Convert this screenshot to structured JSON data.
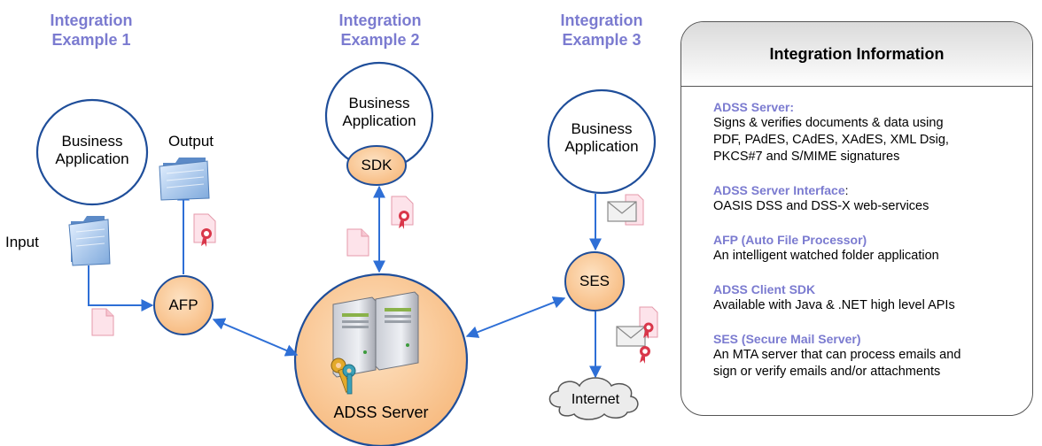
{
  "headings": {
    "example1": "Integration\nExample 1",
    "example2": "Integration\nExample 2",
    "example3": "Integration\nExample 3"
  },
  "nodes": {
    "business_app_1": "Business\nApplication",
    "business_app_2": "Business\nApplication",
    "business_app_3": "Business\nApplication",
    "sdk": "SDK",
    "afp": "AFP",
    "ses": "SES",
    "adss_server": "ADSS Server",
    "internet": "Internet"
  },
  "labels": {
    "input": "Input",
    "output": "Output"
  },
  "info_panel": {
    "title": "Integration Information",
    "items": [
      {
        "title": "ADSS Server:",
        "suffix": "",
        "desc": "Signs & verifies documents & data using\nPDF, PAdES, CAdES, XAdES, XML Dsig,\nPKCS#7 and S/MIME signatures"
      },
      {
        "title": "ADSS Server Interface",
        "suffix": ":",
        "desc": "OASIS DSS and DSS-X web-services"
      },
      {
        "title": "AFP (Auto File Processor)",
        "suffix": "",
        "desc": "An intelligent watched folder application"
      },
      {
        "title": "ADSS Client SDK",
        "suffix": "",
        "desc": "Available with Java & .NET high level APIs"
      },
      {
        "title": "SES (Secure Mail Server)",
        "suffix": "",
        "desc": "An MTA server that can process emails and\nsign or verify emails and/or attachments"
      }
    ]
  },
  "colors": {
    "heading": "#7b7bd0",
    "node_fill": "#fbd0a3",
    "circle_stroke": "#1f4e9a",
    "arrow": "#2e6fd6",
    "doc_stamp": "#d9374a"
  },
  "icons": [
    "folder-icon",
    "document-icon",
    "certificate-document-icon",
    "envelope-icon",
    "server-icon",
    "keys-icon",
    "cloud-icon"
  ]
}
